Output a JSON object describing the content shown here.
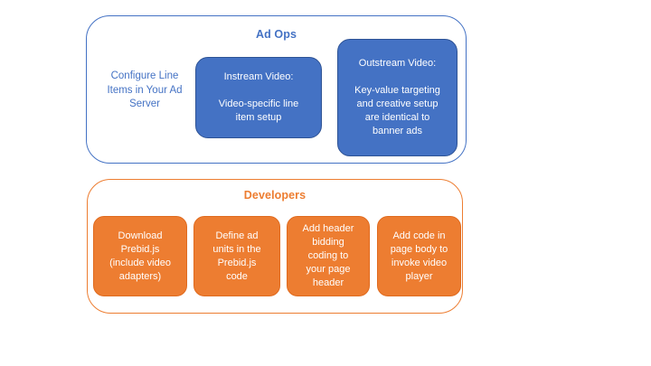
{
  "colors": {
    "background": "#ffffff",
    "blue_fill": "#4472C4",
    "blue_border": "#2E5395",
    "blue_text": "#4472C4",
    "orange_fill": "#ED7D31",
    "orange_border": "#E06B1F",
    "orange_text": "#ED7D31",
    "box_text": "#ffffff"
  },
  "ad_ops": {
    "title": "Ad Ops",
    "side_note": "Configure Line\nItems in Your Ad\nServer",
    "boxes": [
      {
        "text": "Instream Video:\n\nVideo-specific line\nitem setup"
      },
      {
        "text": "Outstream Video:\n\nKey-value targeting\nand creative setup\nare identical to\nbanner ads"
      }
    ]
  },
  "developers": {
    "title": "Developers",
    "steps": [
      {
        "text": "Download\nPrebid.js\n(include video\nadapters)"
      },
      {
        "text": "Define ad\nunits in the\nPrebid.js\ncode"
      },
      {
        "text": "Add header\nbidding\ncoding to\nyour page\nheader"
      },
      {
        "text": "Add code in\npage body to\ninvoke video\nplayer"
      }
    ]
  }
}
